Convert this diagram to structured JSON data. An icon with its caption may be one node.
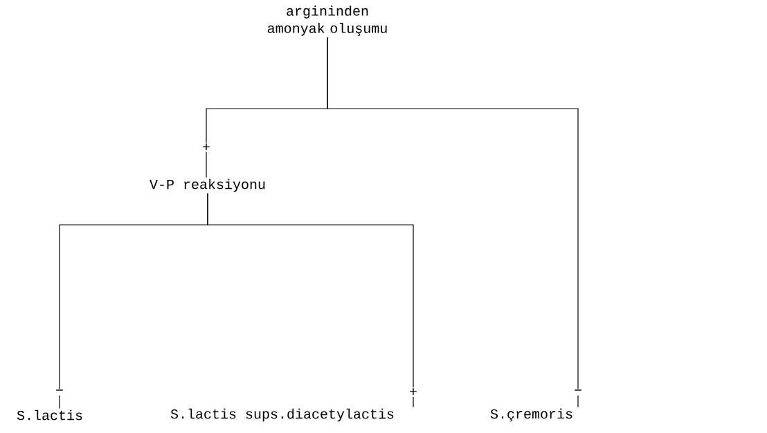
{
  "diagram": {
    "nodes": [
      {
        "text": [
          "argininden amonyak oluşumu"
        ]
      },
      {
        "text": [
          "V-P reaksiyonu"
        ]
      },
      {
        "text": [
          "S.lactis"
        ]
      },
      {
        "text": [
          "S.lactis sups.diacetylactis"
        ]
      },
      {
        "text": [
          "S.çremoris"
        ]
      }
    ],
    "edges": [
      {
        "from": 0,
        "to": 1,
        "arrow": "none",
        "label": "+"
      },
      {
        "from": 1,
        "to": 2,
        "arrow": "none",
        "label": "−"
      },
      {
        "from": 1,
        "to": 3,
        "arrow": "none",
        "label": "+"
      },
      {
        "from": 0,
        "to": 4,
        "arrow": "none",
        "label": "−"
      }
    ]
  }
}
